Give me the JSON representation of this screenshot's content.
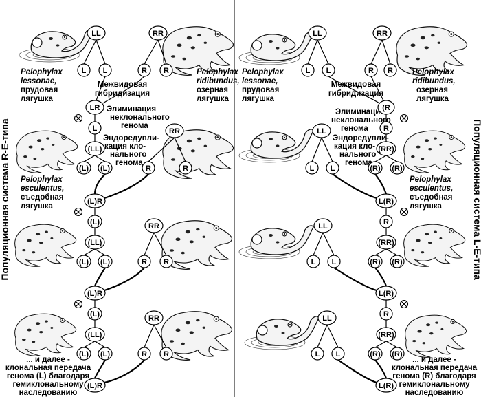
{
  "side_titles": {
    "left": "Популяционная система R-E-типа",
    "right": "Популяционная система L-E-типа"
  },
  "species": {
    "lessonae": [
      "Pelophylax",
      "lessonae,",
      "прудовая",
      "лягушка"
    ],
    "ridibundus": [
      "Pelophylax",
      "ridibundus,",
      "озерная",
      "лягушка"
    ],
    "esculentus": [
      "Pelophylax",
      "esculentus,",
      "съедобная",
      "лягушка"
    ]
  },
  "process_labels": {
    "hybridization": [
      "Межвидовая",
      "гибридизация"
    ],
    "elimination": [
      "Элиминация",
      "неклонального",
      "генома"
    ],
    "endoreduplication": [
      "Эндоредупли-",
      "кация кло-",
      "нального",
      "генома"
    ]
  },
  "footnotes": {
    "left": [
      "... и далее -",
      "клональная передача",
      "генома (L) благодаря",
      "гемиклональному",
      "наследованию"
    ],
    "right": [
      "... и далее -",
      "клональная передача",
      "генома (R) благодаря",
      "гемиклональному",
      "наследованию"
    ]
  },
  "node_labels": {
    "LL": "LL",
    "RR": "RR",
    "L": "L",
    "R": "R",
    "LR": "LR",
    "LL_dup": "(LL)",
    "L_p": "(L)",
    "R_p": "(R)",
    "RR_dup": "(RR)",
    "LpR": "(L)R",
    "LRp": "L(R)",
    "Lc": "(L",
    "Rc": "(R"
  }
}
